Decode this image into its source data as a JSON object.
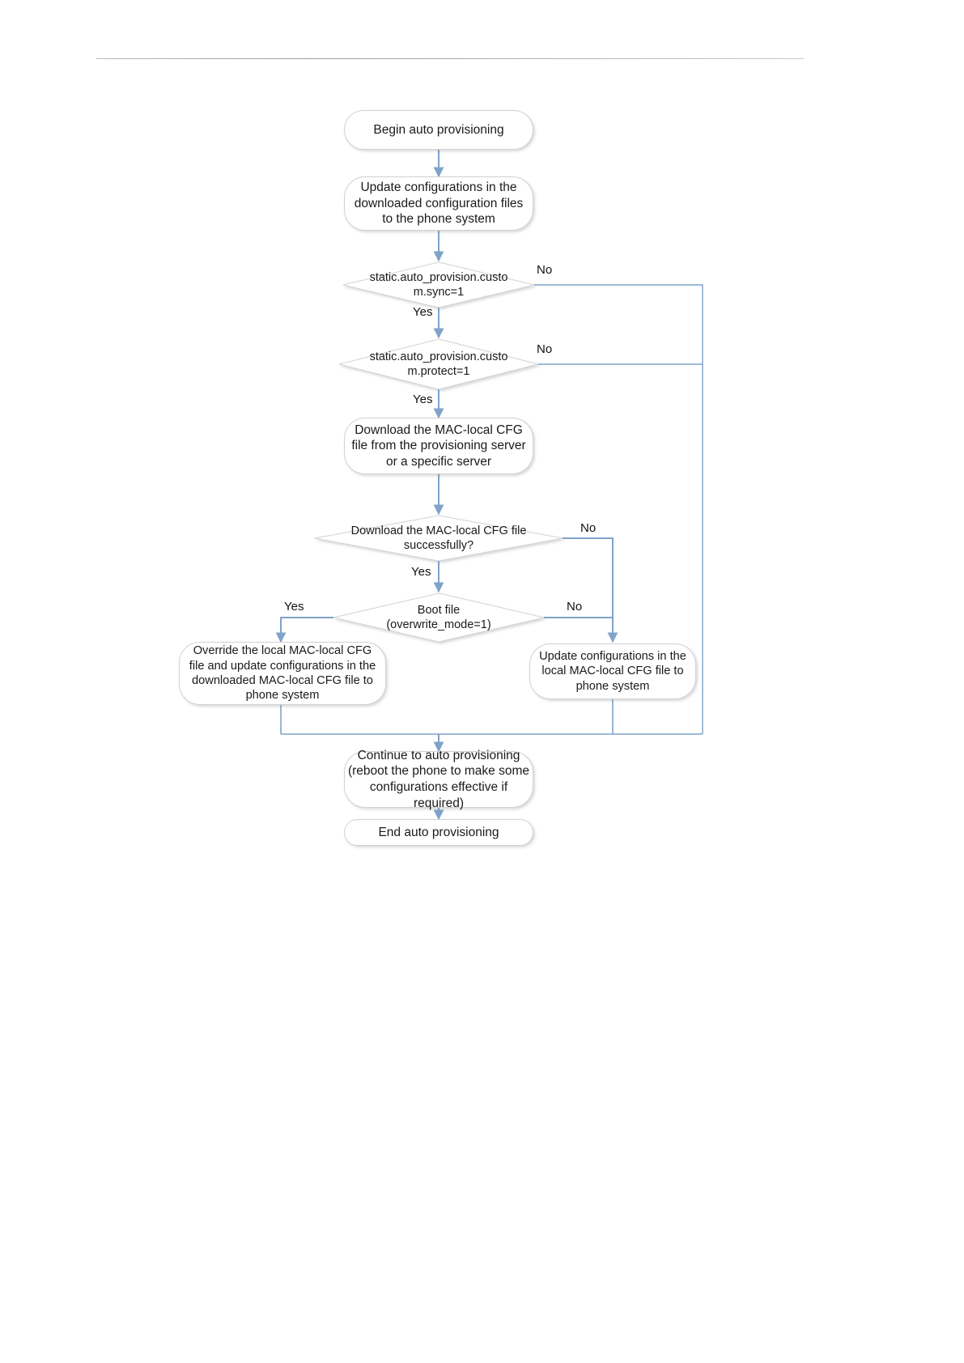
{
  "document": {
    "type": "flowchart",
    "title": "Auto provisioning custom sync / protect flow",
    "header_rule": true
  },
  "theme": {
    "connector_color": "#7fa3c9",
    "node_border": "#d2d2d2",
    "node_fill": "#ffffff",
    "text_color": "#1a1a1a"
  },
  "nodes": [
    {
      "id": "begin",
      "shape": "terminator",
      "text": "Begin auto provisioning"
    },
    {
      "id": "update-downloaded",
      "shape": "process",
      "text": "Update configurations in the\ndownloaded configuration files\nto the phone system"
    },
    {
      "id": "custom-sync",
      "shape": "decision",
      "text": "static.auto_provision.custo\nm.sync=1"
    },
    {
      "id": "custom-protect",
      "shape": "decision",
      "text": "static.auto_provision.custo\nm.protect=1"
    },
    {
      "id": "download-mac-cfg",
      "shape": "process",
      "text": "Download the MAC-local CFG\nfile from the provisioning server\nor a specific server"
    },
    {
      "id": "download-success",
      "shape": "decision",
      "text": "Download the MAC-local CFG file\nsuccessfully?"
    },
    {
      "id": "boot-file",
      "shape": "decision",
      "text": "Boot file\n(overwrite_mode=1)"
    },
    {
      "id": "override-local",
      "shape": "process",
      "text": "Override the local MAC-local CFG\nfile and update configurations in the\ndownloaded MAC-local CFG file to\nphone system"
    },
    {
      "id": "update-local",
      "shape": "process",
      "text": "Update configurations in the\nlocal MAC-local CFG file to\nphone system"
    },
    {
      "id": "continue",
      "shape": "process",
      "text": "Continue to auto provisioning\n(reboot the phone to make some\nconfigurations effective if\nrequired)"
    },
    {
      "id": "end",
      "shape": "terminator",
      "text": "End auto provisioning"
    }
  ],
  "edge_labels": [
    {
      "id": "sync-no",
      "text": "No"
    },
    {
      "id": "sync-yes",
      "text": "Yes"
    },
    {
      "id": "protect-no",
      "text": "No"
    },
    {
      "id": "protect-yes",
      "text": "Yes"
    },
    {
      "id": "download-no",
      "text": "No"
    },
    {
      "id": "download-yes",
      "text": "Yes"
    },
    {
      "id": "boot-yes",
      "text": "Yes"
    },
    {
      "id": "boot-no",
      "text": "No"
    }
  ]
}
